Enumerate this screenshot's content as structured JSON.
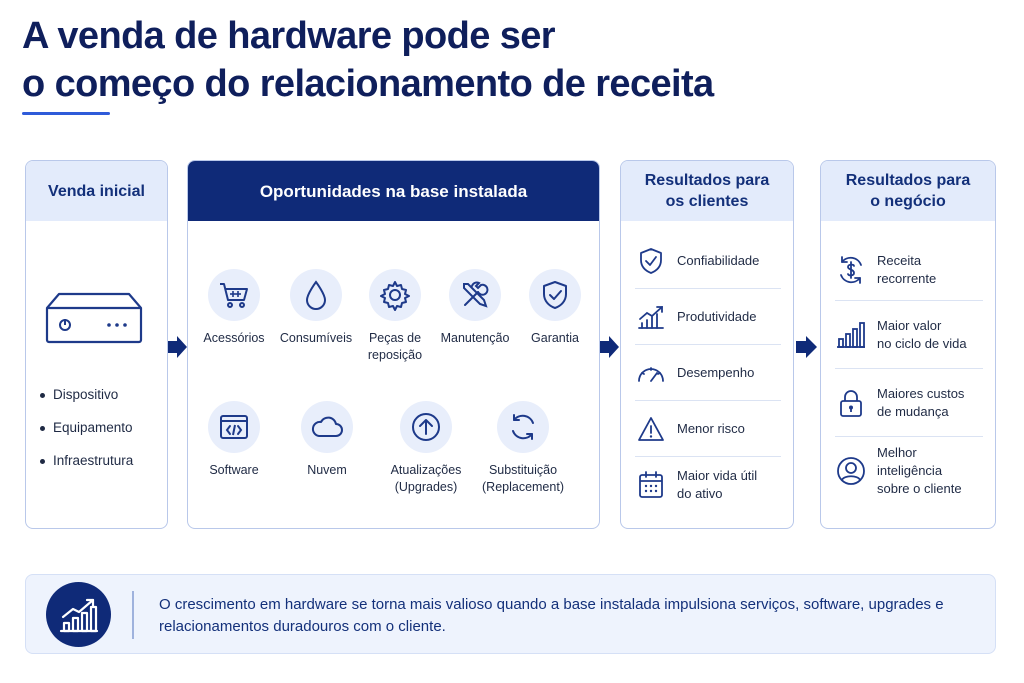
{
  "title": {
    "line1": "A venda de hardware pode ser",
    "line2": "o começo do relacionamento de receita"
  },
  "initial_sale": {
    "heading": "Venda inicial",
    "items": [
      "Dispositivo",
      "Equipamento",
      "Infraestrutura"
    ]
  },
  "opportunities": {
    "heading": "Oportunidades na base instalada",
    "items": [
      {
        "label": "Acessórios",
        "icon": "cart-icon"
      },
      {
        "label": "Consumíveis",
        "icon": "drop-icon"
      },
      {
        "label": "Peças de\nreposição",
        "icon": "gear-icon"
      },
      {
        "label": "Manutenção",
        "icon": "tools-icon"
      },
      {
        "label": "Garantia",
        "icon": "shield-icon"
      },
      {
        "label": "Software",
        "icon": "code-window-icon"
      },
      {
        "label": "Nuvem",
        "icon": "cloud-icon"
      },
      {
        "label": "Atualizações\n(Upgrades)",
        "icon": "arrow-up-icon"
      },
      {
        "label": "Substituição\n(Replacement)",
        "icon": "refresh-icon"
      }
    ]
  },
  "client_results": {
    "heading": "Resultados para\nos clientes",
    "items": [
      {
        "label": "Confiabilidade",
        "icon": "shield-check-icon"
      },
      {
        "label": "Produtividade",
        "icon": "growth-chart-icon"
      },
      {
        "label": "Desempenho",
        "icon": "gauge-icon"
      },
      {
        "label": "Menor risco",
        "icon": "warning-icon"
      },
      {
        "label": "Maior vida útil\ndo ativo",
        "icon": "calendar-icon"
      }
    ]
  },
  "business_results": {
    "heading": "Resultados para\no negócio",
    "items": [
      {
        "label": "Receita\nrecorrente",
        "icon": "recurring-dollar-icon"
      },
      {
        "label": "Maior valor\nno ciclo de vida",
        "icon": "bar-chart-icon"
      },
      {
        "label": "Maiores custos\nde mudança",
        "icon": "lock-icon"
      },
      {
        "label": "Melhor inteligência\nsobre o cliente",
        "icon": "user-icon"
      }
    ]
  },
  "banner": {
    "text": "O crescimento em hardware se torna mais valioso quando a base instalada impulsiona serviços, software, upgrades e relacionamentos duradouros com o cliente.",
    "icon": "growth-chart-icon"
  },
  "colors": {
    "navy": "#0f2a78",
    "title": "#0f1f5c",
    "accent": "#2f5bd9",
    "header_bg": "#e3ebfb",
    "border": "#b9c8ea"
  }
}
